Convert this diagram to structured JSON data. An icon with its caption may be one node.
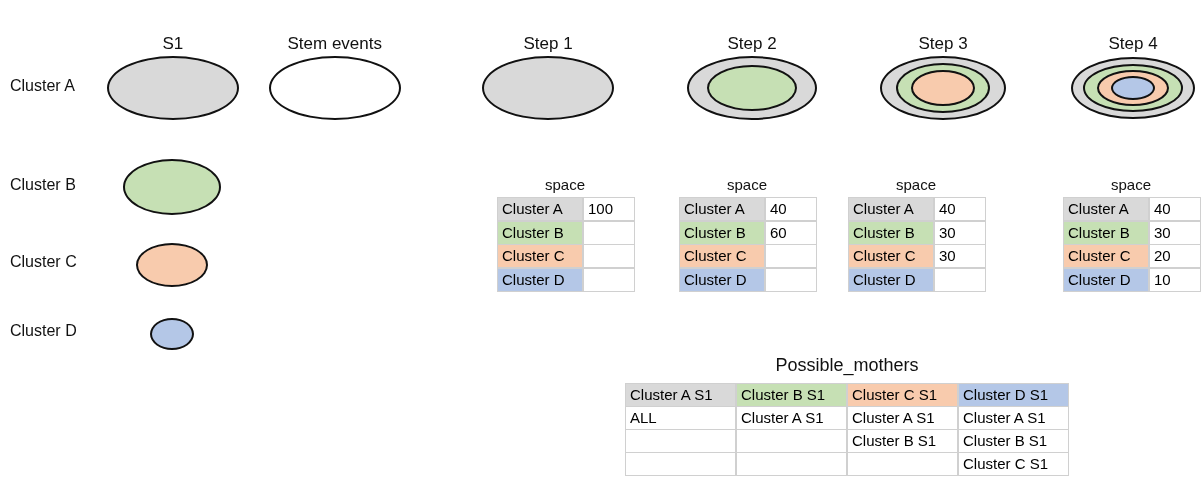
{
  "diagram": {
    "nodes": [
      {
        "text": [],
        "shape": "ellipse"
      },
      {
        "text": [],
        "shape": "ellipse"
      },
      {
        "text": [],
        "shape": "ellipse"
      },
      {
        "text": [],
        "shape": "ellipse"
      },
      {
        "text": [],
        "shape": "ellipse",
        "in": 3
      },
      {
        "text": [],
        "shape": "ellipse"
      },
      {
        "text": [],
        "shape": "ellipse",
        "in": 5
      },
      {
        "text": [],
        "shape": "ellipse",
        "in": 6
      },
      {
        "text": [],
        "shape": "ellipse"
      },
      {
        "text": [],
        "shape": "ellipse",
        "in": 8
      },
      {
        "text": [],
        "shape": "ellipse",
        "in": 9
      },
      {
        "text": [],
        "shape": "ellipse",
        "in": 10
      },
      {
        "text": [],
        "shape": "ellipse"
      },
      {
        "text": [],
        "shape": "ellipse"
      },
      {
        "text": [],
        "shape": "ellipse"
      }
    ],
    "labels": [
      "S1",
      "Stem events",
      "Step 1",
      "Step 2",
      "Step 3",
      "Step 4",
      "Cluster A",
      "Cluster B",
      "Cluster C",
      "Cluster D",
      "space",
      "Cluster A",
      "100",
      "Cluster B",
      "Cluster C",
      "Cluster D",
      "space",
      "Cluster A",
      "40",
      "Cluster B",
      "60",
      "Cluster C",
      "Cluster D",
      "space",
      "Cluster A",
      "40",
      "Cluster B",
      "30",
      "Cluster C",
      "30",
      "Cluster D",
      "space",
      "Cluster A",
      "40",
      "Cluster B",
      "30",
      "Cluster C",
      "20",
      "Cluster D",
      "10",
      "Possible_mothers",
      "Cluster A S1",
      "Cluster B S1",
      "Cluster C S1",
      "Cluster D S1",
      "ALL",
      "Cluster A S1",
      "Cluster A S1",
      "Cluster A S1",
      "Cluster B S1",
      "Cluster B S1",
      "Cluster C S1"
    ]
  }
}
